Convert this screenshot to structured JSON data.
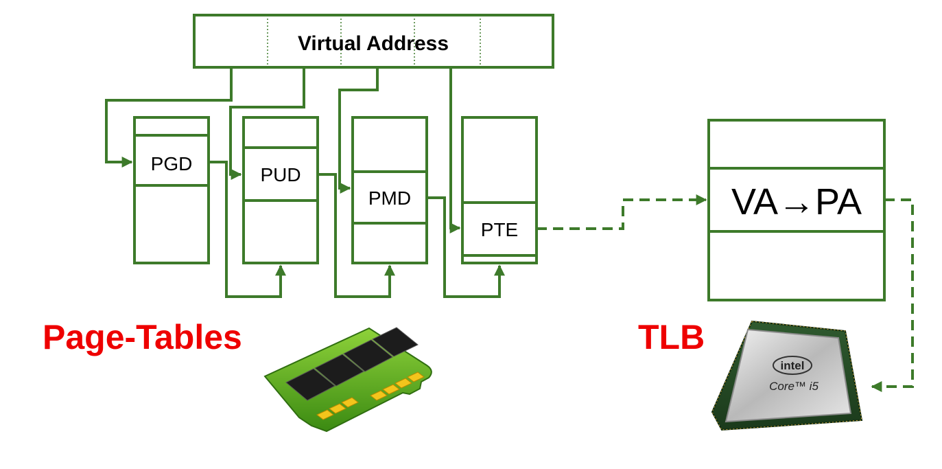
{
  "virtual_address": {
    "label": "Virtual Address"
  },
  "page_tables": {
    "title": "Page-Tables",
    "levels": [
      "PGD",
      "PUD",
      "PMD",
      "PTE"
    ]
  },
  "tlb": {
    "title": "TLB",
    "entry": "VA→PA"
  },
  "cpu_chip": {
    "brand": "intel",
    "model": "Core™ i5"
  },
  "colors": {
    "line": "#3d7a2a",
    "title": "#ee0000"
  },
  "icons": [
    "memory-module-icon",
    "intel-cpu-icon"
  ]
}
